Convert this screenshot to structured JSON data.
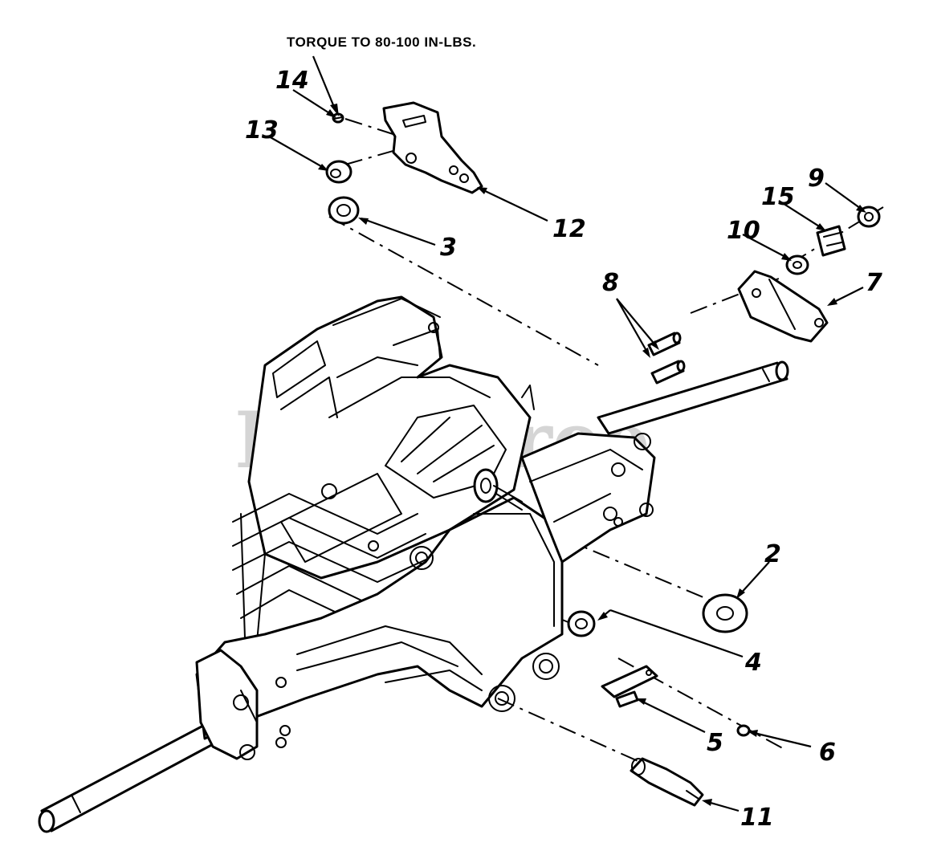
{
  "note": {
    "torque": "TORQUE TO 80-100 IN-LBS."
  },
  "watermark": {
    "brand": "PartsTree",
    "trademark": "™"
  },
  "callouts": {
    "c1": "14",
    "c2": "13",
    "c3": "12",
    "c4": "3",
    "c5": "9",
    "c6": "15",
    "c7": "10",
    "c8": "7",
    "c9": "8",
    "c10": "2",
    "c11": "4",
    "c12": "5",
    "c13": "6",
    "c14": "11"
  }
}
